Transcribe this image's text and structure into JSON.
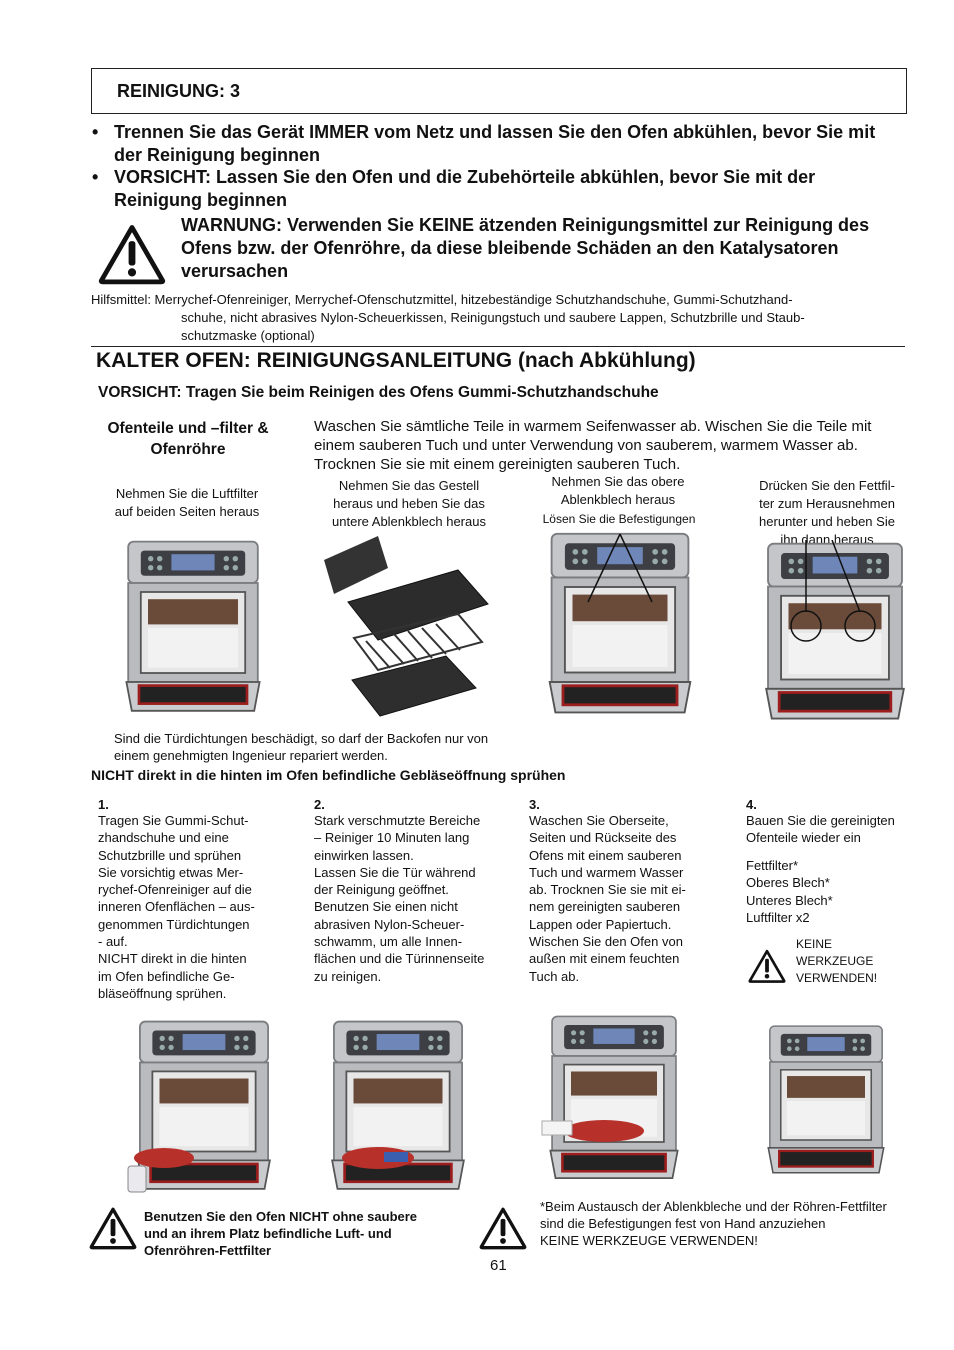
{
  "header": {
    "title": "REINIGUNG: 3"
  },
  "bullets": [
    "Trennen Sie das Gerät IMMER vom Netz und lassen Sie den Ofen abkühlen, bevor Sie mit der Reinigung beginnen",
    "VORSICHT: Lassen Sie den Ofen und die Zubehörteile abkühlen, bevor Sie mit der Reinigung beginnen"
  ],
  "warning": "WARNUNG: Verwenden Sie KEINE ätzenden Reinigungsmittel zur Reinigung des Ofens bzw. der Ofenröhre, da diese bleibende Schäden an den Katalysatoren verursachen",
  "aids": {
    "line1": "Hilfsmittel: Merrychef-Ofenreiniger, Merrychef-Ofenschutzmittel, hitzebeständige Schutzhandschuhe, Gummi-Schutzhand-",
    "line2": "schuhe, nicht abrasives Nylon-Scheuerkissen, Reinigungstuch und saubere Lappen, Schutzbrille und Staub-",
    "line3": "schutzmaske (optional)"
  },
  "section": {
    "title": "KALTER OFEN: REINIGUNGSANLEITUNG (nach Abkühlung)",
    "caution": "VORSICHT: Tragen Sie beim Reinigen des Ofens Gummi-Schutzhandschuhe",
    "parts_heading_1": "Ofenteile und –filter &",
    "parts_heading_2": "Ofenröhre",
    "wash_text": "Waschen Sie sämtliche Teile in warmem Seifenwasser ab. Wischen Sie die Teile mit einem sauberen Tuch und unter Verwendung von sauberem, warmem Wasser ab. Trocknen Sie sie mit einem gereinigten sauberen Tuch."
  },
  "removal_captions": {
    "c1": "Nehmen Sie die Luftfilter\nauf beiden Seiten heraus",
    "c2": "Nehmen Sie das Gestell\nheraus und heben Sie das\nuntere Ablenkblech heraus",
    "c3": "Nehmen Sie das obere\nAblenkblech heraus",
    "c3b": "Lösen Sie die Befestigungen",
    "c4": "Drücken Sie den Fettfil-\nter zum Herausnehmen\nherunter und heben Sie\nihn dann heraus"
  },
  "door_seal_note": "Sind die Türdichtungen beschädigt, so darf der Backofen nur von\neinem genehmigten Ingenieur repariert werden.",
  "no_spray": "NICHT direkt in die hinten im Ofen befindliche Gebläseöffnung sprühen",
  "steps": [
    {
      "num": "1.",
      "text": "Tragen Sie Gummi-Schut-\nzhandschuhe und eine\nSchutzbrille und sprühen\nSie vorsichtig etwas Mer-\nrychef-Ofenreiniger auf die\ninneren Ofenflächen – aus-\ngenommen Türdichtungen\n- auf.\nNICHT direkt in die hinten\nim Ofen befindliche Ge-\nbläseöffnung sprühen."
    },
    {
      "num": "2.",
      "text": "Stark verschmutzte Bereiche\n– Reiniger 10 Minuten lang\neinwirken lassen.\nLassen Sie die Tür während\nder Reinigung geöffnet.\nBenutzen Sie einen nicht\nabrasiven Nylon-Scheuer-\nschwamm, um alle Innen-\nflächen und die Türinnenseite\nzu reinigen."
    },
    {
      "num": "3.",
      "text": "Waschen Sie Oberseite,\nSeiten und Rückseite des\nOfens mit einem sauberen\nTuch und warmem Wasser\nab. Trocknen Sie sie mit ei-\nnem gereinigten sauberen\nLappen oder Papiertuch.\nWischen Sie den Ofen von\naußen mit einem feuchten\nTuch ab."
    },
    {
      "num": "4.",
      "text": "Bauen Sie die gereinigten\nOfenteile wieder ein"
    }
  ],
  "step4_list": "Fettfilter*\nOberes Blech*\nUnteres Blech*\nLuftfilter x2",
  "no_tools_small": "KEINE\nWERKZEUGE\nVERWENDEN!",
  "bottom_warning_left": "Benutzen Sie den Ofen NICHT ohne saubere\nund an ihrem Platz befindliche Luft- und\nOfenröhren-Fettfilter",
  "bottom_warning_right": "*Beim Austausch der Ablenkbleche und der Röhren-Fettfilter\nsind die Befestigungen fest von Hand anzuziehen\nKEINE WERKZEUGE VERWENDEN!",
  "page_number": "61",
  "colors": {
    "oven_body": "#b9bbbe",
    "oven_dark": "#4a4c52",
    "display_blue": "#6f86b8",
    "glove_red": "#b8302a",
    "seal_red": "#9b1d1d"
  }
}
